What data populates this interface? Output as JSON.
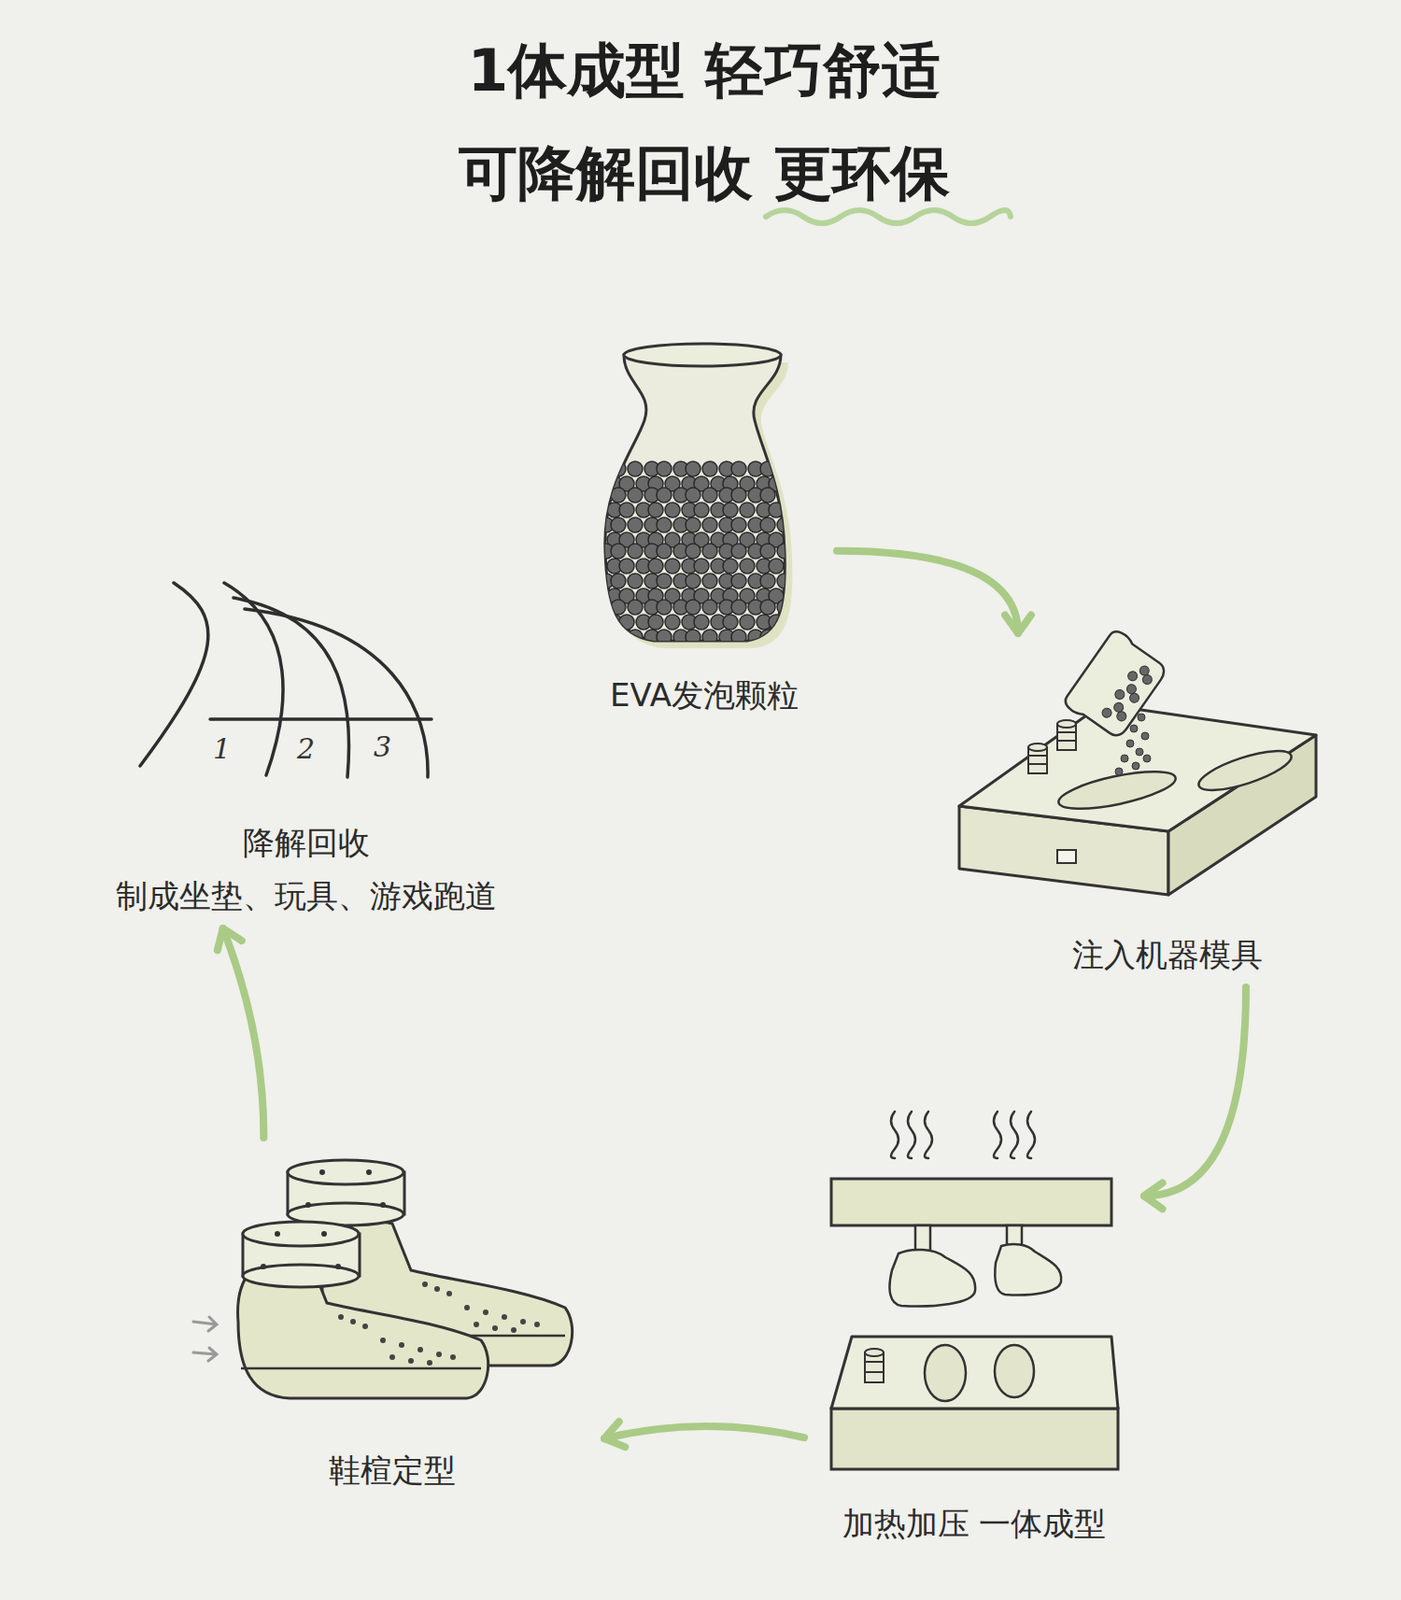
{
  "diagram": {
    "title": "1体成型 轻巧舒适 可降解回收 更环保",
    "nodes": [
      {
        "text": [
          "EVA发泡颗粒"
        ]
      },
      {
        "text": [
          "注入机器模具"
        ]
      },
      {
        "text": [
          "加热加压 一体成型"
        ]
      },
      {
        "text": [
          "鞋楦定型"
        ]
      },
      {
        "text": [
          "降解回收",
          "制成坐垫、玩具、游戏跑道"
        ]
      }
    ],
    "edges": [
      {
        "from": 0,
        "to": 1,
        "arrow": "to"
      },
      {
        "from": 1,
        "to": 2,
        "arrow": "to"
      },
      {
        "from": 2,
        "to": 3,
        "arrow": "to"
      },
      {
        "from": 3,
        "to": 4,
        "arrow": "to"
      }
    ],
    "labels": [
      "1",
      "2",
      "3"
    ]
  }
}
